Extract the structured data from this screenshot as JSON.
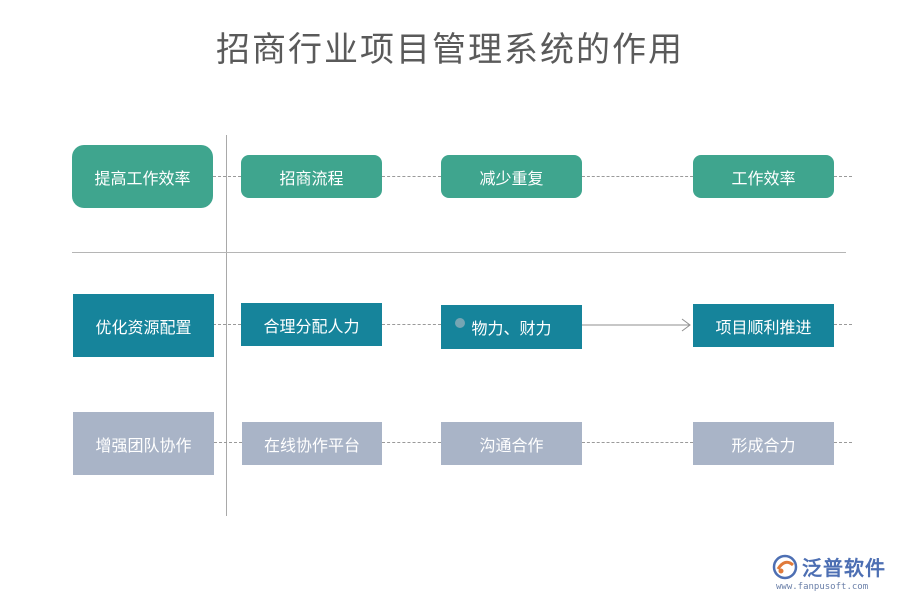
{
  "title": "招商行业项目管理系统的作用",
  "rows": [
    {
      "category": "提高工作效率",
      "items": [
        "招商流程",
        "减少重复",
        "工作效率"
      ]
    },
    {
      "category": "优化资源配置",
      "items": [
        "合理分配人力",
        "物力、财力",
        "项目顺利推进"
      ]
    },
    {
      "category": "增强团队协作",
      "items": [
        "在线协作平台",
        "沟通合作",
        "形成合力"
      ]
    }
  ],
  "logo": {
    "name": "泛普软件",
    "url": "www.fanpusoft.com"
  },
  "colors": {
    "teal": "#3fa58e",
    "blue": "#16849b",
    "gray": "#a9b4c7"
  }
}
